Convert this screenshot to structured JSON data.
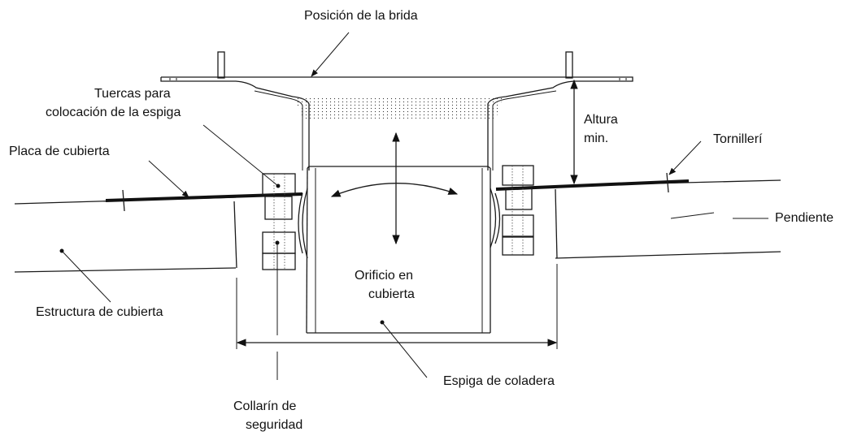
{
  "labels": {
    "flange_position": "Posición de la brida",
    "nuts_line1": "Tuercas para",
    "nuts_line2": "colocación de la espiga",
    "deck_plate": "Placa de cubierta",
    "min_height_line1": "Altura",
    "min_height_line2": "min.",
    "bolts": "Tornillerí",
    "slope": "Pendiente",
    "deck_opening_line1": "Orificio en",
    "deck_opening_line2": "cubierta",
    "deck_structure": "Estructura de cubierta",
    "drain_spigot": "Espiga de coladera",
    "collar_line1": "Collarín de",
    "collar_line2": "seguridad"
  }
}
